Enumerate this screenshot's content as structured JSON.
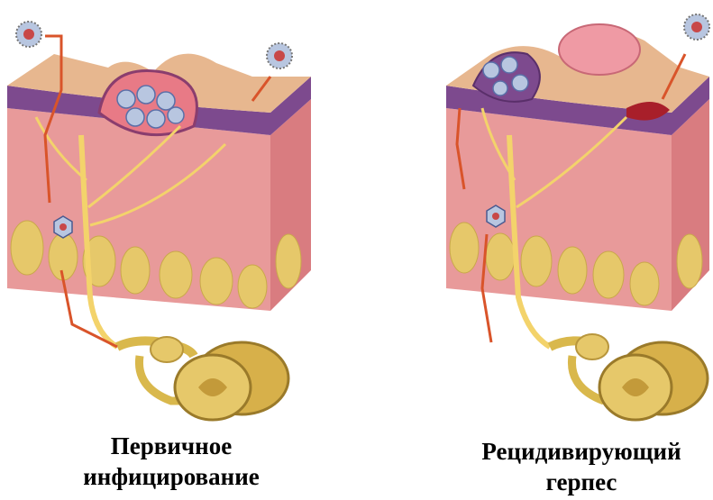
{
  "panels": [
    {
      "id": "primary",
      "caption_line1": "Первичное",
      "caption_line2": "инфицирование"
    },
    {
      "id": "recurrent",
      "caption_line1": "Рецидивирующий",
      "caption_line2": "герпес"
    }
  ],
  "colors": {
    "skin_surface": "#e7b78f",
    "dermis": "#e89a9a",
    "epidermis": "#7d4a8e",
    "fat": "#e6c86a",
    "nerve": "#f3d36b",
    "arrow": "#d9542a",
    "vesicle": "#e87a86",
    "virus": "#b8c6e0"
  }
}
